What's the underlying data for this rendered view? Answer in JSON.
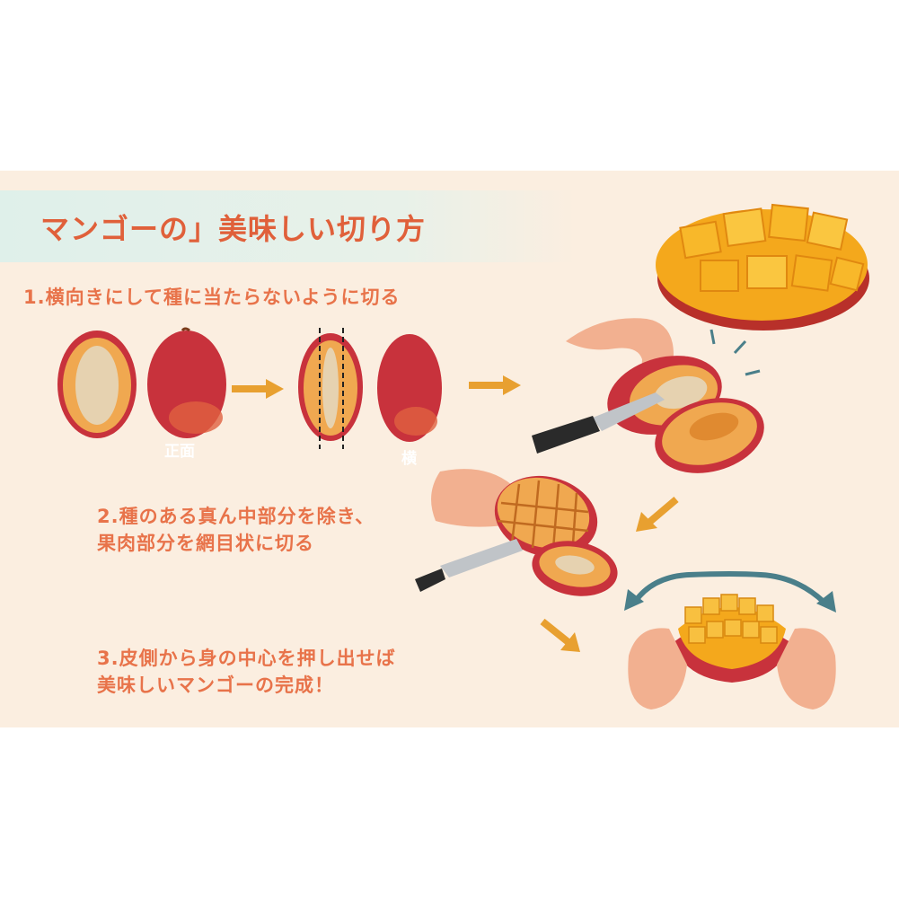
{
  "title": "マンゴーの」美味しい切り方",
  "steps": [
    {
      "line1": "1.横向きにして種に当たらないように切る"
    },
    {
      "line1": "2.種のある真ん中部分を除き、",
      "line2": "果肉部分を網目状に切る"
    },
    {
      "line1": "3.皮側から身の中心を押し出せば",
      "line2": "美味しいマンゴーの完成！"
    }
  ],
  "labels": {
    "front": "正面",
    "side": "横"
  },
  "colors": {
    "background": "#fbeee0",
    "title_band": "#dff0ea",
    "title_text": "#e0603a",
    "step_text": "#e8734a",
    "arrow_orange": "#e8a030",
    "arrow_teal": "#4a7f8a",
    "mango_skin": "#c8323c",
    "mango_flesh": "#f0a850",
    "mango_seed": "#e6d2b0"
  },
  "icons": [
    "mango-half-icon",
    "mango-whole-icon",
    "right-arrow-icon",
    "knife-icon",
    "hand-icon",
    "curved-arrow-icon"
  ]
}
